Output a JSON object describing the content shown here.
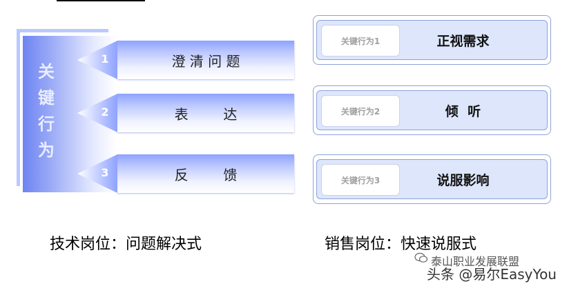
{
  "left": {
    "heading_chars": [
      "关",
      "键",
      "行",
      "为"
    ],
    "items": [
      {
        "num": "1",
        "label": "澄 清 问 题"
      },
      {
        "num": "2",
        "label": "表        达"
      },
      {
        "num": "3",
        "label": "反        馈"
      }
    ],
    "caption": "技术岗位：问题解决式"
  },
  "right": {
    "items": [
      {
        "tag": "关键行为1",
        "title": "正视需求"
      },
      {
        "tag": "关键行为2",
        "title": "倾  听"
      },
      {
        "tag": "关键行为3",
        "title": "说服影响"
      }
    ],
    "caption": "销售岗位：快速说服式"
  },
  "watermark": {
    "line1": "泰山职业发展联盟",
    "line2": "头条 @易尔EasyYou",
    "icon": "wechat-icon"
  },
  "colors": {
    "bar_blue": "#8ea2ff",
    "panel_blue": "#6e84f2",
    "card_fill": "#dde6fb",
    "card_border": "#8ea2d8"
  }
}
